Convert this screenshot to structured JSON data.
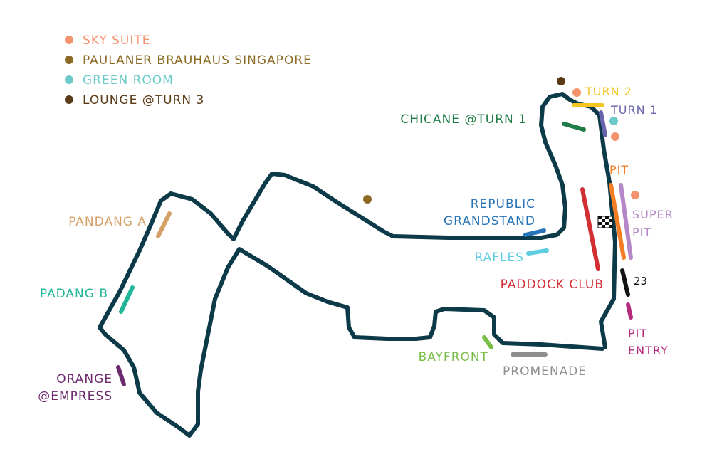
{
  "colors": {
    "track": "#0c3a48",
    "sky_suite": "#f4936d",
    "paulaner": "#8c6a23",
    "green_room": "#6ccbc9",
    "lounge_turn3": "#5a3a16",
    "turn2": "#f7c522",
    "turn1": "#6a64ad",
    "pit": "#f57d26",
    "super_pit": "#b687c6",
    "chicane_turn1": "#1f7c47",
    "republic_grandstand": "#2773b8",
    "rafles": "#5ecde1",
    "paddock_club": "#d22f34",
    "pit_entry": "#b42a7c",
    "bayfront": "#78bd47",
    "promenade": "#8e8e8e",
    "pandang_a": "#d4a066",
    "padang_b": "#20b697",
    "orange_empress": "#6d2a6e",
    "black": "#111111"
  },
  "legend": [
    {
      "label": "SKY SUITE",
      "color": "#f4936d"
    },
    {
      "label": "PAULANER BRAUHAUS SINGAPORE",
      "color": "#8c6a23"
    },
    {
      "label": "GREEN ROOM",
      "color": "#6ccbc9"
    },
    {
      "label": "LOUNGE @TURN 3",
      "color": "#5a3a16"
    }
  ],
  "labels": {
    "turn2": "TURN 2",
    "turn1": "TURN 1",
    "chicane_turn1": "CHICANE @TURN 1",
    "pit": "PIT",
    "super_pit_line1": "SUPER",
    "super_pit_line2": "PIT",
    "republic_line1": "REPUBLIC",
    "republic_line2": "GRANDSTAND",
    "rafles": "RAFLES",
    "paddock_club": "PADDOCK CLUB",
    "number_23": "23",
    "pit_entry_line1": "PIT",
    "pit_entry_line2": "ENTRY",
    "bayfront": "BAYFRONT",
    "promenade": "PROMENADE",
    "pandang_a": "PANDANG A",
    "padang_b": "PADANG B",
    "orange_line1": "ORANGE",
    "orange_line2": "@EMPRESS"
  }
}
